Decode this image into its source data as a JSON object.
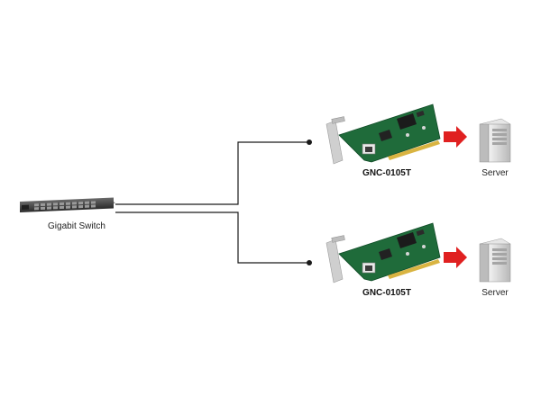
{
  "switch": {
    "label": "Gigabit Switch"
  },
  "links": [
    {
      "card": {
        "label": "GNC-0105T"
      },
      "server": {
        "label": "Server"
      }
    },
    {
      "card": {
        "label": "GNC-0105T"
      },
      "server": {
        "label": "Server"
      }
    }
  ],
  "colors": {
    "line": "#1a1a1a",
    "arrow": "#e02020",
    "pcb": "#1f6b3a",
    "bracket": "#c8c8c8",
    "server_body": "#d4d4d4",
    "switch_body": "#3d3d3d"
  }
}
